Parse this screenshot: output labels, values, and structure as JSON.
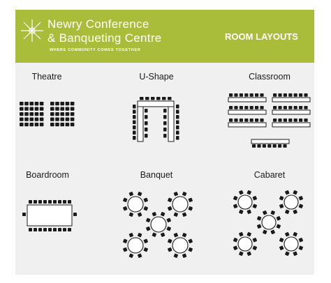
{
  "header": {
    "org_name_line1": "Newry Conference",
    "org_name_line2": "& Banqueting Centre",
    "tagline": "WHERE COMMUNITY COMES TOGETHER",
    "section_title": "ROOM LAYOUTS",
    "logo_icon": "star-burst-logo-icon"
  },
  "colors": {
    "header_green": "#a9bd3a",
    "panel_gray": "#f0f0f0",
    "ink": "#1a1a1a"
  },
  "layouts": [
    {
      "id": "theatre",
      "label": "Theatre"
    },
    {
      "id": "u-shape",
      "label": "U-Shape"
    },
    {
      "id": "classroom",
      "label": "Classroom"
    },
    {
      "id": "boardroom",
      "label": "Boardroom"
    },
    {
      "id": "banquet",
      "label": "Banquet"
    },
    {
      "id": "cabaret",
      "label": "Cabaret"
    }
  ]
}
